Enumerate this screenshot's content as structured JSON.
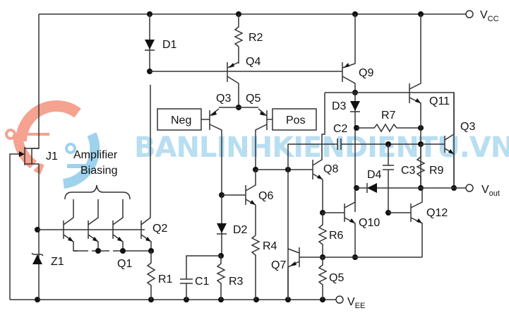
{
  "title": "Op-amp internal schematic",
  "terminals": {
    "vcc": {
      "label": "V",
      "sub": "CC"
    },
    "vee": {
      "label": "V",
      "sub": "EE"
    },
    "vout": {
      "label": "V",
      "sub": "out"
    }
  },
  "inputs": {
    "neg": "Neg",
    "pos": "Pos"
  },
  "annotation": {
    "line1": "Amplifier",
    "line2": "Biasing"
  },
  "components": {
    "D1": "D1",
    "D2": "D2",
    "D3": "D3",
    "D4": "D4",
    "R1": "R1",
    "R2": "R2",
    "R3": "R3",
    "R4": "R4",
    "R6": "R6",
    "R7": "R7",
    "R9": "R9",
    "R5q": "Q5",
    "C1": "C1",
    "C2": "C2",
    "C3": "C3",
    "Q1": "Q1",
    "Q2": "Q2",
    "Q3": "Q3",
    "Q4": "Q4",
    "Q5": "Q5",
    "Q6": "Q6",
    "Q7": "Q7",
    "Q8": "Q8",
    "Q9": "Q9",
    "Q10": "Q10",
    "Q11": "Q11",
    "Q12": "Q12",
    "Q3b": "Q3",
    "J1": "J1",
    "Z1": "Z1"
  },
  "watermark": {
    "text": "BANLINHKIENDIENTU.VN",
    "color": "#7fc4e6",
    "logo_color": "#f2836b"
  }
}
